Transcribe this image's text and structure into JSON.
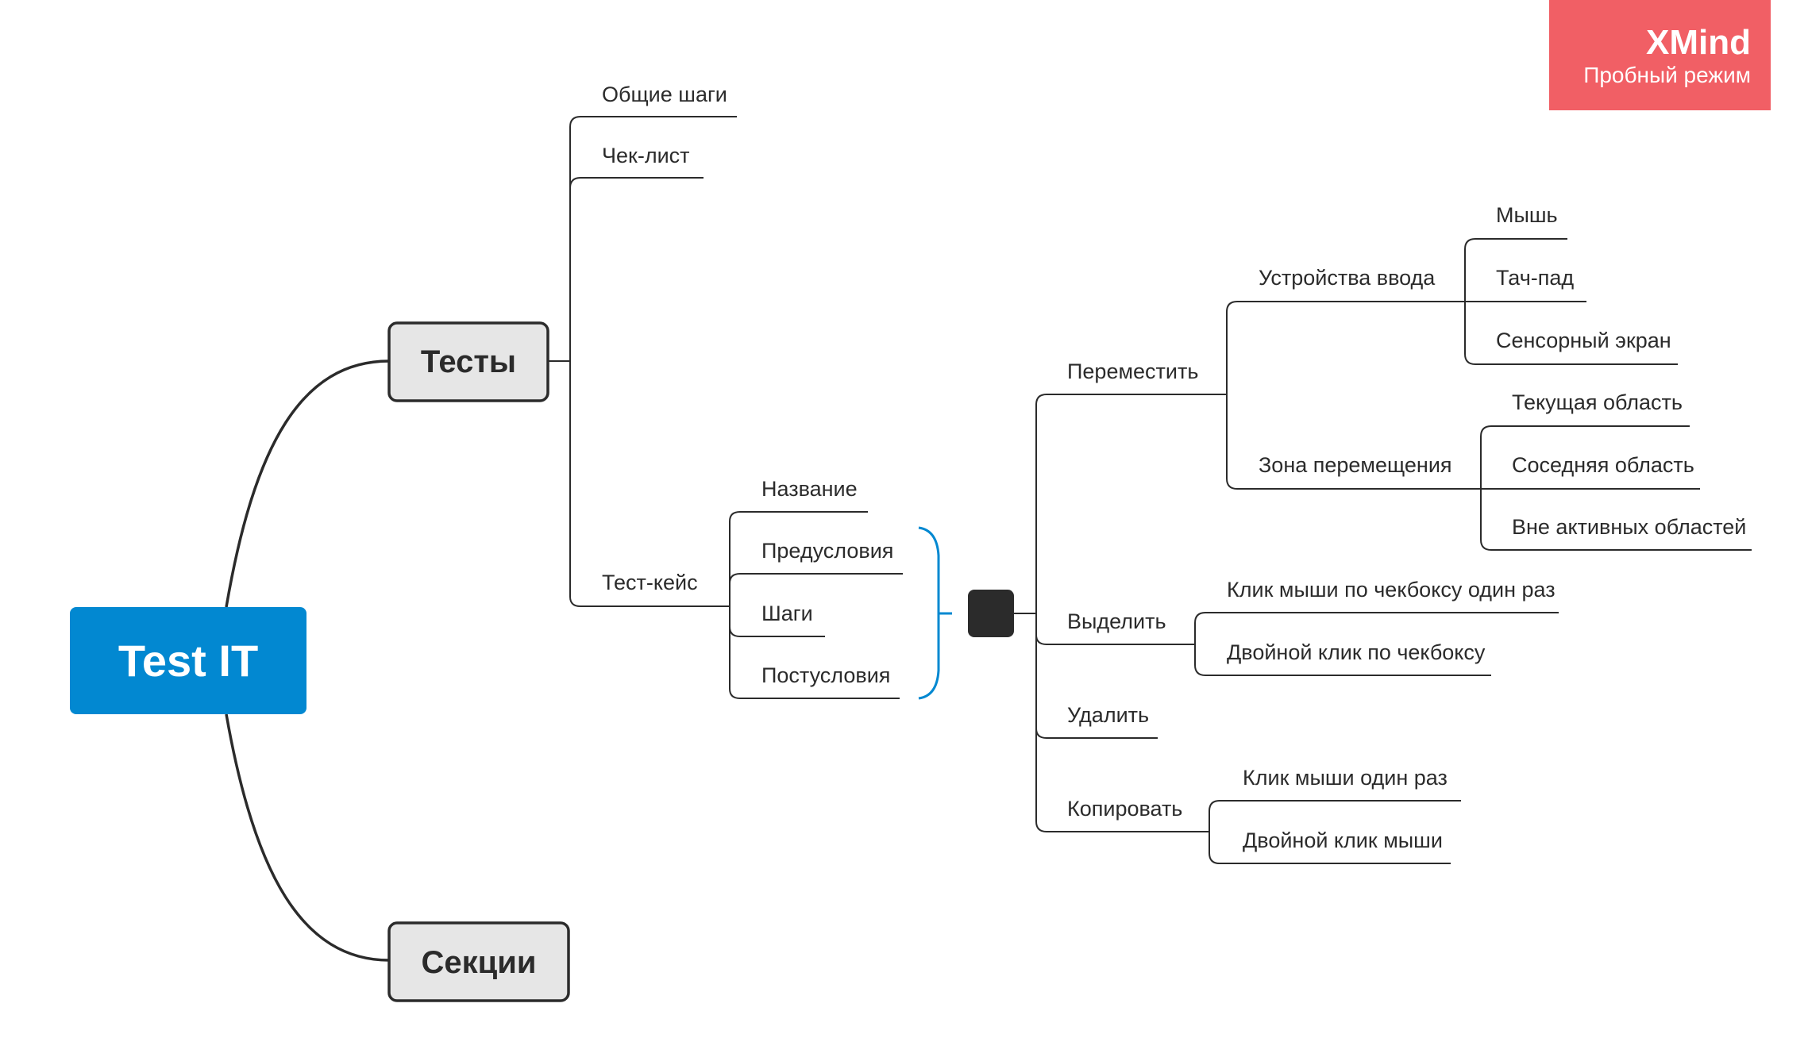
{
  "colors": {
    "central_fill": "#0288d1",
    "central_text": "#ffffff",
    "main_topic_fill": "#e6e6e6",
    "line": "#2b2b2b",
    "bracket": "#0288d1",
    "summary_node": "#2b2b2b",
    "watermark_bg": "#f15f65"
  },
  "watermark": {
    "title": "XMind",
    "subtitle": "Пробный режим"
  },
  "central": {
    "label": "Test IT"
  },
  "main_topics": {
    "tests": "Тесты",
    "sections": "Секции"
  },
  "tests": {
    "general_steps": "Общие шаги",
    "checklist": "Чек-лист",
    "test_case": "Тест-кейс"
  },
  "test_case": {
    "name": "Название",
    "preconditions": "Предусловия",
    "steps": "Шаги",
    "postconditions": "Постусловия"
  },
  "actions": {
    "move": "Переместить",
    "select": "Выделить",
    "delete": "Удалить",
    "copy": "Копировать"
  },
  "move": {
    "input_devices": "Устройства ввода",
    "move_zone": "Зона перемещения"
  },
  "input_devices": {
    "mouse": "Мышь",
    "touchpad": "Тач-пад",
    "touchscreen": "Сенсорный экран"
  },
  "move_zone": {
    "current": "Текущая область",
    "adjacent": "Соседняя область",
    "outside": "Вне активных областей"
  },
  "select": {
    "click_once": "Клик мыши по чекбоксу один раз",
    "double_click": "Двойной клик по чекбоксу"
  },
  "copy": {
    "click_once": "Клик мыши один раз",
    "double_click": "Двойной клик мыши"
  }
}
